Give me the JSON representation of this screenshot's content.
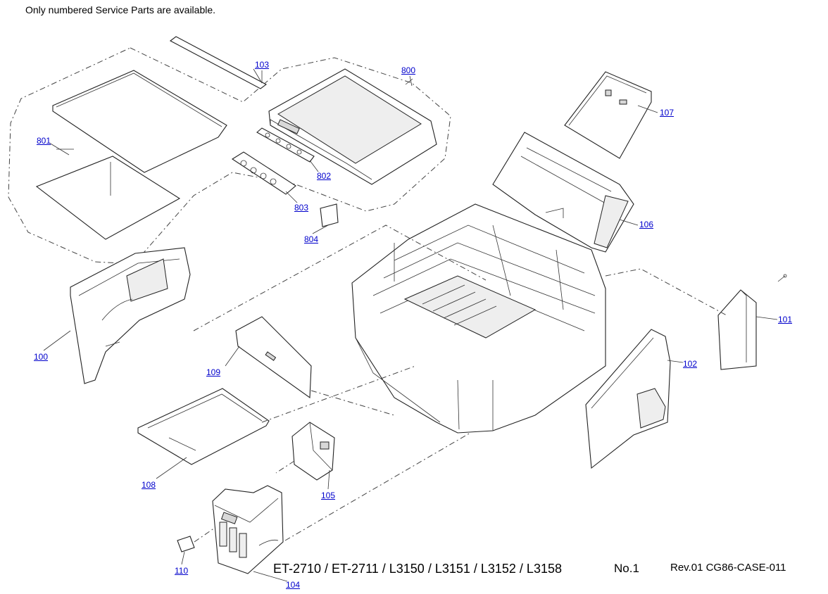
{
  "header": {
    "note": "Only numbered Service Parts are available."
  },
  "parts": [
    {
      "id": "103",
      "label": "103"
    },
    {
      "id": "800",
      "label": "800"
    },
    {
      "id": "107",
      "label": "107"
    },
    {
      "id": "801",
      "label": "801"
    },
    {
      "id": "802",
      "label": "802"
    },
    {
      "id": "803",
      "label": "803"
    },
    {
      "id": "804",
      "label": "804"
    },
    {
      "id": "106",
      "label": "106"
    },
    {
      "id": "101",
      "label": "101"
    },
    {
      "id": "100",
      "label": "100"
    },
    {
      "id": "109",
      "label": "109"
    },
    {
      "id": "102",
      "label": "102"
    },
    {
      "id": "108",
      "label": "108"
    },
    {
      "id": "105",
      "label": "105"
    },
    {
      "id": "110",
      "label": "110"
    },
    {
      "id": "104",
      "label": "104"
    }
  ],
  "footer": {
    "models": "ET-2710 / ET-2711 / L3150 / L3151 / L3152 / L3158",
    "sheet": "No.1",
    "revision": "Rev.01 CG86-CASE-011"
  }
}
